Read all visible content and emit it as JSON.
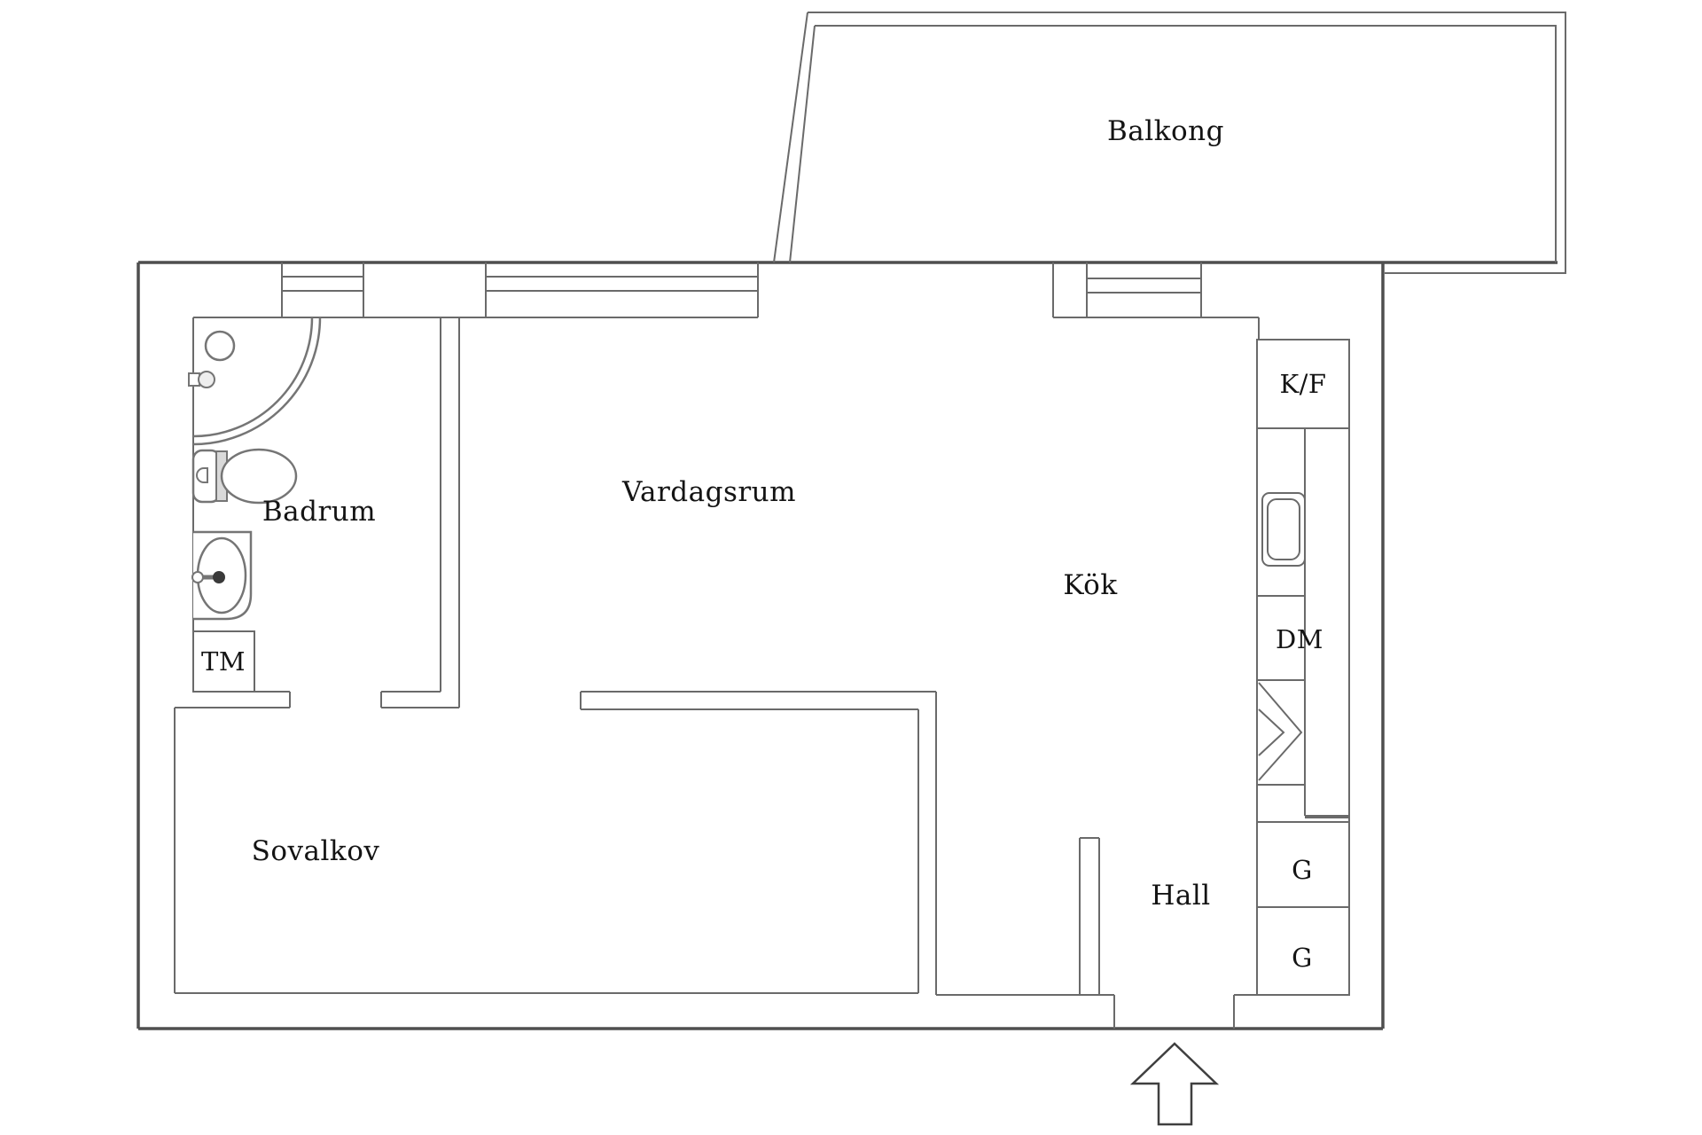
{
  "floorplan": {
    "title": "Apartment floor plan (Swedish)",
    "rooms": {
      "balcony": {
        "label": "Balkong"
      },
      "bathroom": {
        "label": "Badrum"
      },
      "living_room": {
        "label": "Vardagsrum"
      },
      "kitchen": {
        "label": "Kök"
      },
      "sleeping_alcove": {
        "label": "Sovalkov"
      },
      "hall": {
        "label": "Hall"
      }
    },
    "fixtures": {
      "washing_machine": {
        "label": "TM"
      },
      "fridge_freezer": {
        "label": "K/F"
      },
      "dishwasher": {
        "label": "DM"
      },
      "wardrobe_1": {
        "label": "G"
      },
      "wardrobe_2": {
        "label": "G"
      },
      "entrance_arrow": {
        "label": ""
      }
    },
    "colors": {
      "wall": "#4f4f4f",
      "thin_line": "#6a6a6a",
      "fixture_line": "#757575",
      "fixture_shade": "#d9d9d9",
      "text": "#141414",
      "background": "#ffffff"
    }
  }
}
